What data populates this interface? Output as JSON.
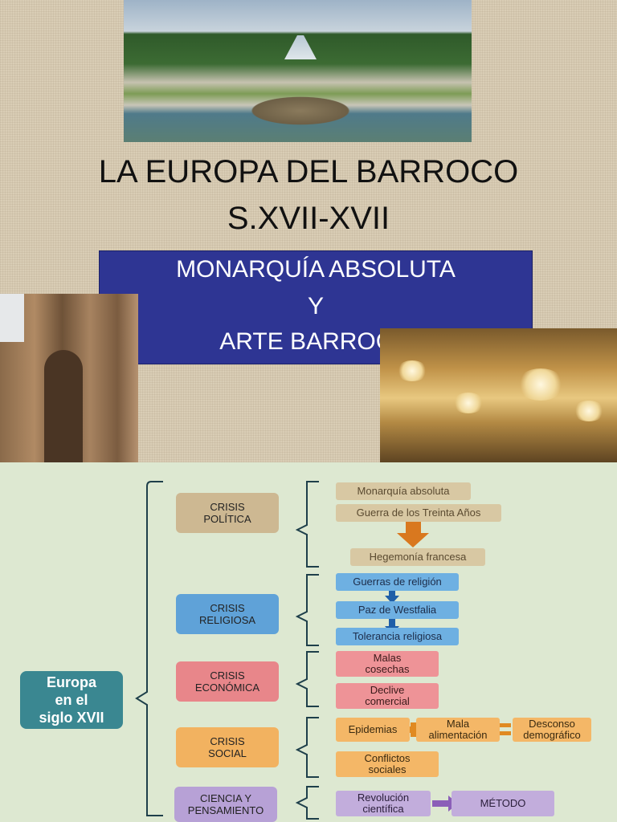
{
  "slide1": {
    "title_line1": "LA EUROPA DEL BARROCO",
    "title_line2": "S.XVII-XVII",
    "banner": [
      "MONARQUÍA ABSOLUTA",
      "Y",
      "ARTE BARROCO"
    ]
  },
  "slide2": {
    "root": [
      "Europa",
      "en el",
      "siglo XVII"
    ],
    "categories": [
      {
        "label": [
          "CRISIS",
          "POLÍTICA"
        ]
      },
      {
        "label": [
          "CRISIS",
          "RELIGIOSA"
        ]
      },
      {
        "label": [
          "CRISIS",
          "ECONÓMICA"
        ]
      },
      {
        "label": [
          "CRISIS",
          "SOCIAL"
        ]
      },
      {
        "label": [
          "CIENCIA Y",
          "PENSAMIENTO"
        ]
      }
    ],
    "politica": [
      "Monarquía absoluta",
      "Guerra de los Treinta Años",
      "Hegemonía francesa"
    ],
    "religiosa": [
      "Guerras de religión",
      "Paz de Westfalia",
      "Tolerancia religiosa"
    ],
    "economica": [
      [
        "Malas",
        "cosechas"
      ],
      [
        "Declive",
        "comercial"
      ]
    ],
    "social": {
      "epidemias": "Epidemias",
      "mala": [
        "Mala",
        "alimentación"
      ],
      "descenso": [
        "Desconso",
        "demográfico"
      ],
      "conflictos": [
        "Conflictos",
        "sociales"
      ]
    },
    "ciencia": {
      "revolucion": [
        "Revolución",
        "científica"
      ],
      "metodo": "MÉTODO"
    },
    "colors": {
      "root": "#3a8791",
      "politica": "#cdb892",
      "religiosa": "#5fa2d8",
      "economica": "#e8868a",
      "social": "#f2b260",
      "ciencia": "#b7a1d6",
      "arrow_politica": "#d9781f",
      "arrow_religiosa": "#1f5fa8"
    }
  }
}
